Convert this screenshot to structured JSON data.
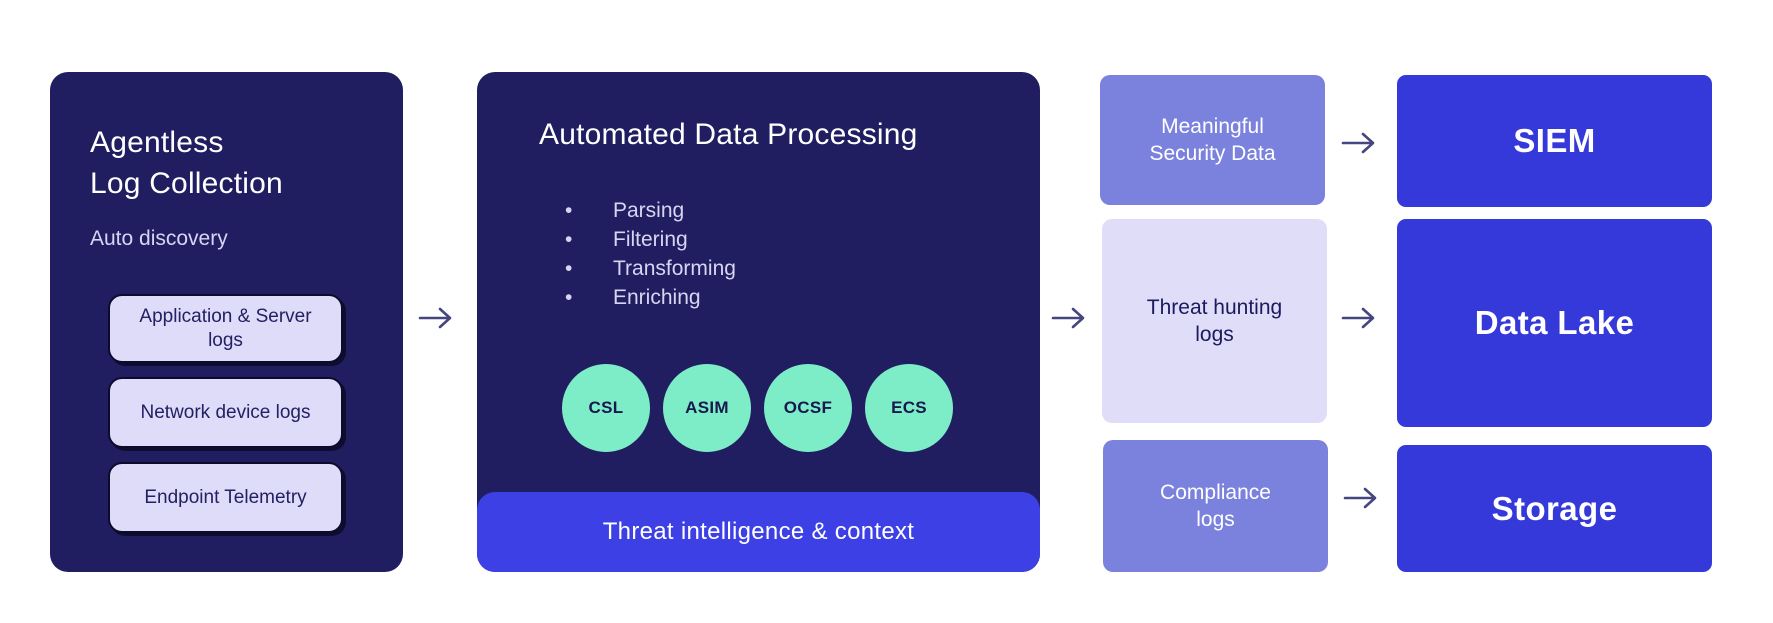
{
  "collection_card": {
    "title_lines": [
      "Agentless",
      "Log Collection"
    ],
    "subtitle": "Auto discovery",
    "sources": [
      "Application & Server logs",
      "Network device logs",
      "Endpoint Telemetry"
    ]
  },
  "processing_card": {
    "title": "Automated Data Processing",
    "steps": [
      "Parsing",
      "Filtering",
      "Transforming",
      "Enriching"
    ],
    "schemas": [
      "CSL",
      "ASIM",
      "OCSF",
      "ECS"
    ],
    "footer_label": "Threat intelligence & context"
  },
  "outputs": [
    {
      "label": "Meaningful Security Data",
      "variant": "purple"
    },
    {
      "label": "Threat hunting logs",
      "variant": "lavender"
    },
    {
      "label": "Compliance logs",
      "variant": "purple"
    }
  ],
  "destinations": [
    {
      "label": "SIEM"
    },
    {
      "label": "Data Lake"
    },
    {
      "label": "Storage"
    }
  ],
  "colors": {
    "card_navy": "#201e60",
    "footer_blue": "#3c40e5",
    "destination_blue": "#3639da",
    "output_purple": "#7b82dd",
    "output_lavender": "#e0ddf8",
    "schema_mint": "#7dedc8",
    "arrow": "#45457f"
  }
}
